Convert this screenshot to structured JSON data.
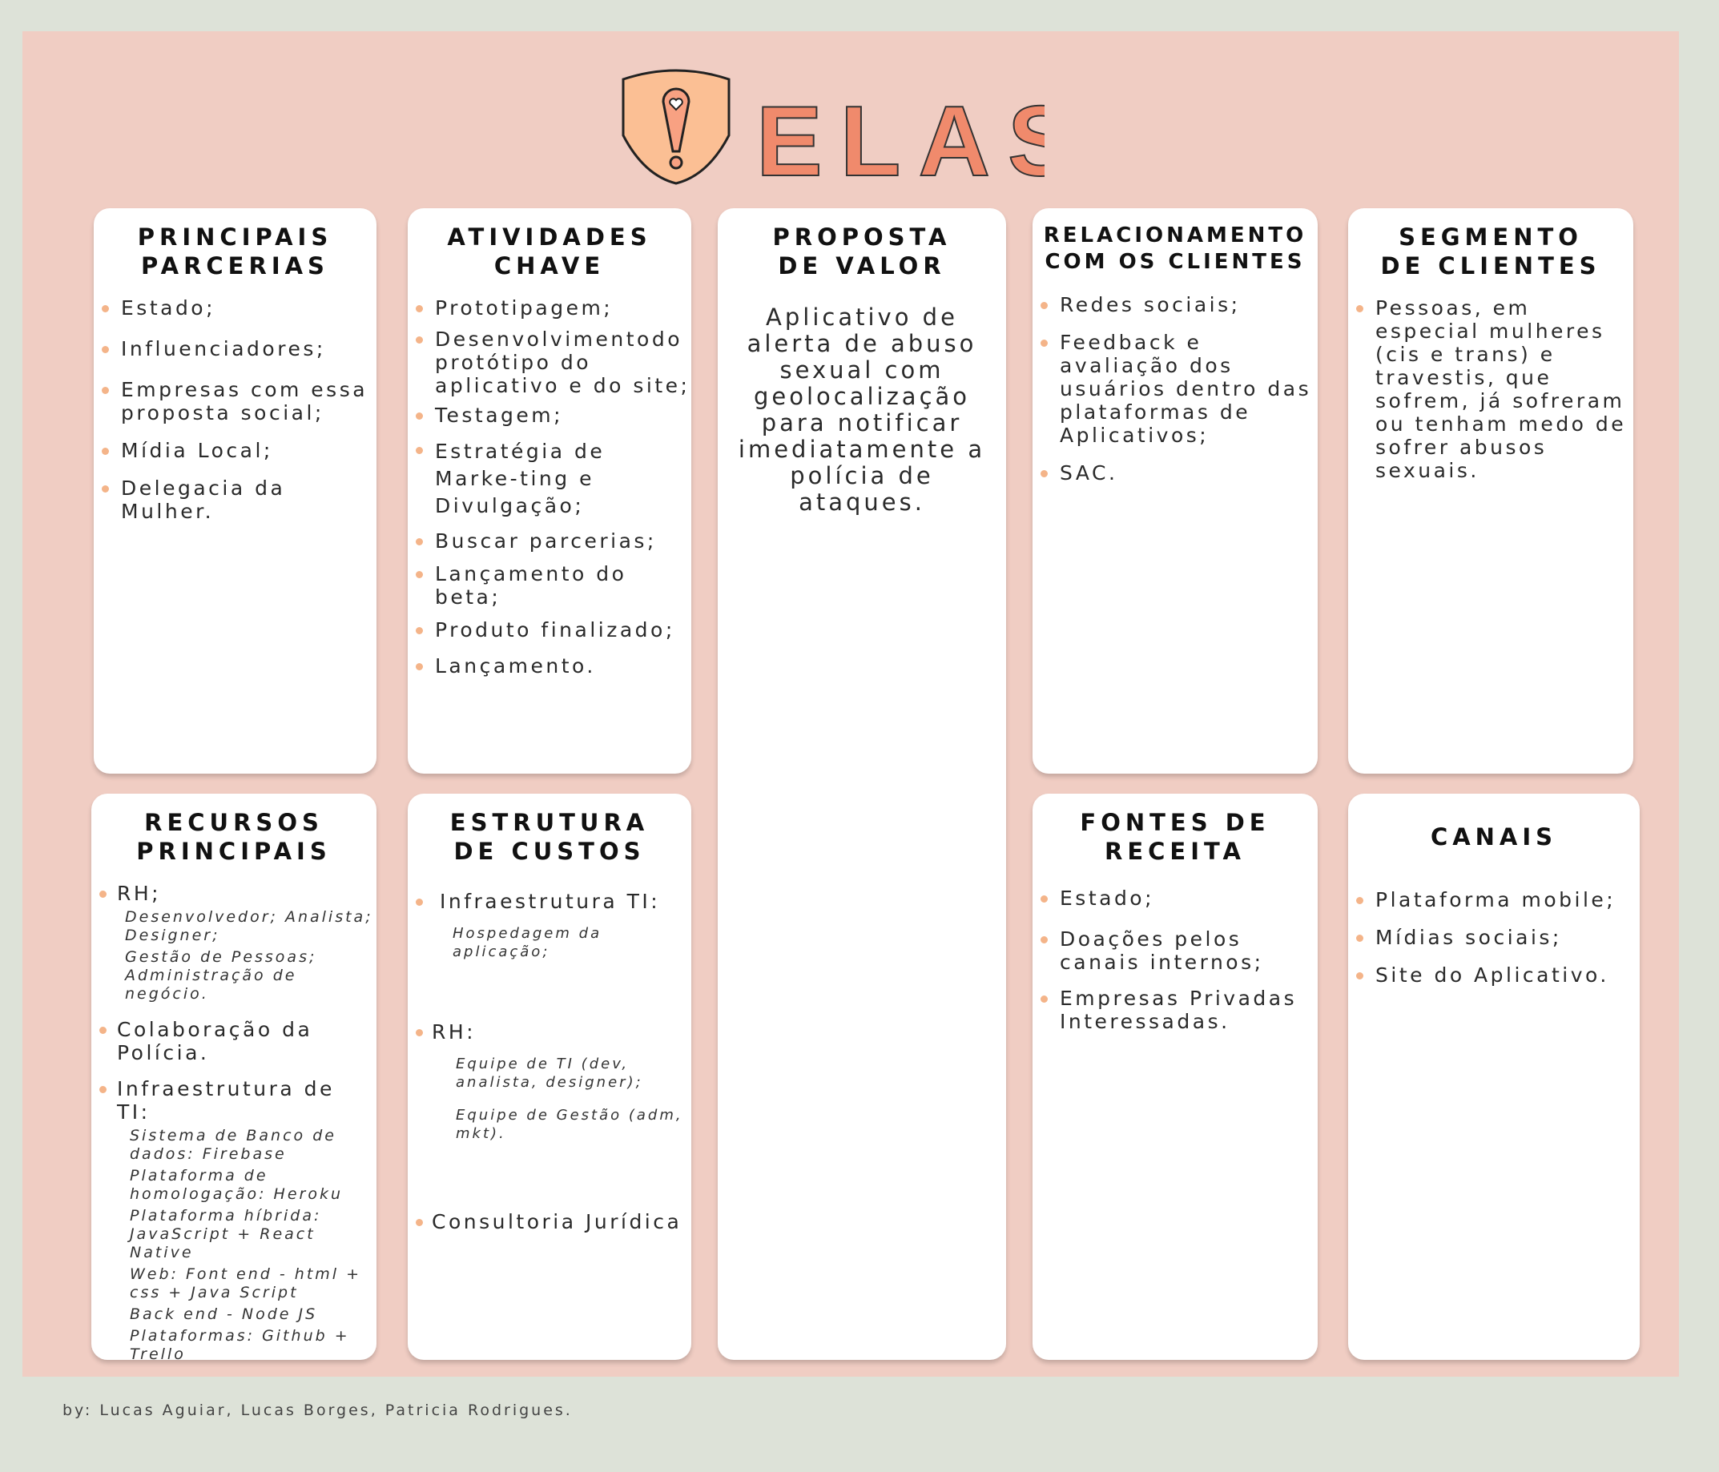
{
  "logo": {
    "text": "ELAS",
    "icon": "shield-alert-pin-heart-icon",
    "color": "#f08a6c"
  },
  "cards": {
    "parcerias": {
      "title": "PRINCIPAIS\nPARCERIAS",
      "items": [
        "Estado;",
        "Influenciadores;",
        "Empresas com essa proposta social;",
        "Mídia Local;",
        "Delegacia da Mulher."
      ]
    },
    "atividades": {
      "title": "ATIVIDADES\nCHAVE",
      "items": [
        "Prototipagem;",
        "Desenvolvimentodo protótipo do aplicativo e do site;",
        "Testagem;",
        "Estratégia de Marke-ting e Divulgação;",
        "Buscar parcerias;",
        "Lançamento do beta;",
        "Produto finalizado;",
        "Lançamento."
      ]
    },
    "proposta": {
      "title": "PROPOSTA\nDE VALOR",
      "text": "Aplicativo de alerta de abuso sexual com geolocalização para notificar imediatamente a polícia de ataques."
    },
    "relacionamento": {
      "title": "RELACIONAMENTO\nCOM OS CLIENTES",
      "items": [
        "Redes sociais;",
        "Feedback e avaliação dos usuários dentro das plataformas de Aplicativos;",
        "SAC."
      ]
    },
    "segmento": {
      "title": "SEGMENTO\nDE CLIENTES",
      "items": [
        "Pessoas, em especial mulheres (cis e trans) e travestis, que sofrem, já sofreram ou tenham medo de sofrer abusos sexuais."
      ]
    },
    "recursos": {
      "title": "RECURSOS\nPRINCIPAIS",
      "rh": "RH;",
      "rh_sub1": "Desenvolvedor; Analista; Designer;",
      "rh_sub2": "Gestão de Pessoas; Administração de negócio.",
      "policia": "Colaboração da Polícia.",
      "infra": "Infraestrutura de TI:",
      "infra_sub": [
        "Sistema de Banco de dados: Firebase",
        "Plataforma de homologação: Heroku",
        "Plataforma híbrida: JavaScript + React Native",
        "Web: Font end - html + css + Java Script",
        "Back end - Node JS",
        "Plataformas: Github + Trello"
      ]
    },
    "custos": {
      "title": "ESTRUTURA\nDE CUSTOS",
      "infra": "Infraestrutura TI:",
      "infra_sub": "Hospedagem da aplicação;",
      "rh": "RH:",
      "rh_sub1": "Equipe de TI (dev, analista, designer);",
      "rh_sub2": "Equipe de Gestão (adm, mkt).",
      "juridica": "Consultoria Jurídica"
    },
    "receita": {
      "title": "FONTES DE\nRECEITA",
      "items": [
        "Estado;",
        "Doações pelos canais internos;",
        "Empresas Privadas Interessadas."
      ]
    },
    "canais": {
      "title": "CANAIS",
      "items": [
        "Plataforma mobile;",
        "Mídias sociais;",
        "Site do Aplicativo."
      ]
    }
  },
  "footer": "by: Lucas Aguiar, Lucas Borges, Patricia Rodrigues."
}
